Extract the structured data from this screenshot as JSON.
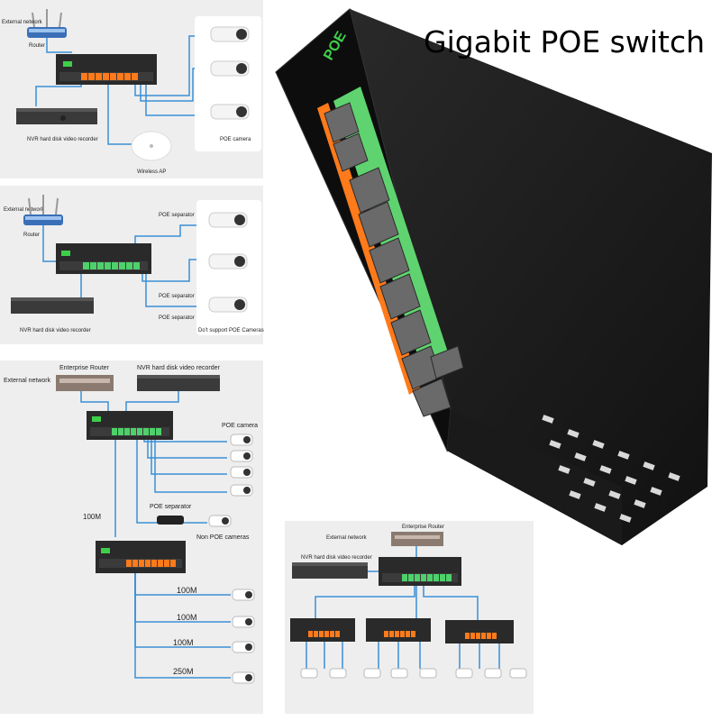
{
  "title": "Gigabit  POE switch",
  "colors": {
    "line": "#3a8fd6",
    "port_orange": "#ff7a1a",
    "port_green": "#4ed16b",
    "switch_body": "#1c1c1c",
    "panel_bg": "#eeeeee",
    "logo_green": "#3ecf4a"
  },
  "panel1": {
    "external_network": "External network",
    "router": "Router",
    "nvr": "NVR hard disk video recorder",
    "wireless_ap": "Wireless AP",
    "poe_camera": "POE camera"
  },
  "panel2": {
    "external_network": "External network",
    "router": "Router",
    "poe_separator_top": "POE separator",
    "poe_separator_mid": "POE separator",
    "poe_separator_bot": "POE separator",
    "nvr": "NVR hard disk video recorder",
    "not_support": "Do’t support POE Cameras"
  },
  "panel3": {
    "enterprise_router": "Enterprise Router",
    "nvr": "NVR hard disk video recorder",
    "external_network": "External network",
    "poe_camera": "POE camera",
    "poe_separator": "POE separator",
    "non_poe": "Non POE cameras",
    "link_100m": "100M",
    "speeds": [
      "100M",
      "100M",
      "100M",
      "250M"
    ]
  },
  "panel4": {
    "external_network": "External network",
    "enterprise_router": "Enterprise Router",
    "nvr": "NVR hard disk video recorder"
  },
  "product": {
    "logo": "POE"
  }
}
